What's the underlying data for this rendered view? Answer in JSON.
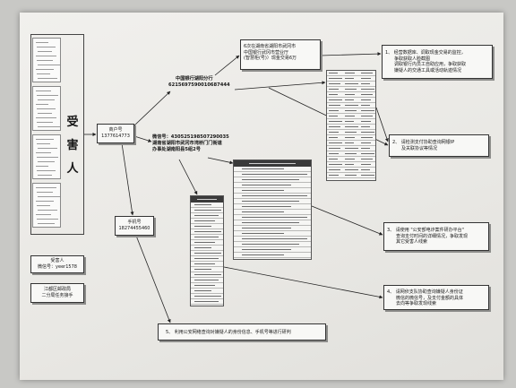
{
  "victim_panel": {
    "label": [
      "受",
      "害",
      "人"
    ]
  },
  "victim_box": {
    "lines": [
      "受害人",
      "微信号：yeer1578"
    ]
  },
  "bureau_box": {
    "lines": [
      "江都区邮政局",
      "二分局任务接手"
    ]
  },
  "merchant_box": {
    "lines": [
      "商户号",
      "1377614773"
    ]
  },
  "phone_box": {
    "lines": [
      "手机号",
      "18274455460"
    ]
  },
  "bank_label": {
    "lines": [
      "中国银行湖阳分行",
      "6215697590010687444"
    ]
  },
  "cash_box": {
    "lines": [
      "6次在湖南省湖阳市武冈市",
      "中国银行武冈市营业厅",
      "(智慧柜(号)）现金交易6万"
    ]
  },
  "id_info": {
    "lines": [
      "微信号：430525198507290035",
      "湖南省湖阳市武冈市湾桥门门街道",
      "办事处湖南阳县5组2号"
    ]
  },
  "step_boxes": {
    "step1": [
      "1、 经营数据库、调取现金交易的监控，",
      "争取获取人脸截图",
      "调取银行内员工自助应用，争取获取",
      "嫌疑人的交通工具或活动轨迹情况"
    ],
    "step2": [
      "2、 请检测支付协助查询网银IP",
      "及关联协议等情况"
    ],
    "step3": [
      "3、 请使用 \"公安部电诈案件研办平台\"",
      "查询支付时间的详细情况，争取发现",
      "其它受害人线索"
    ],
    "step4": [
      "4、 请网侦支队协助查询嫌疑人身份证",
      "微信的微信号，及支付金额的具体",
      "去向等争取发现线索"
    ],
    "step5": "5、 利用公安网络查询对嫌疑人的身份信息、手机号等进行研判"
  },
  "colors": {
    "ink": "#151515",
    "paper": "#efeeeb",
    "table_header": "#3a3a3a",
    "box_shadow": "#8c8c8a"
  }
}
